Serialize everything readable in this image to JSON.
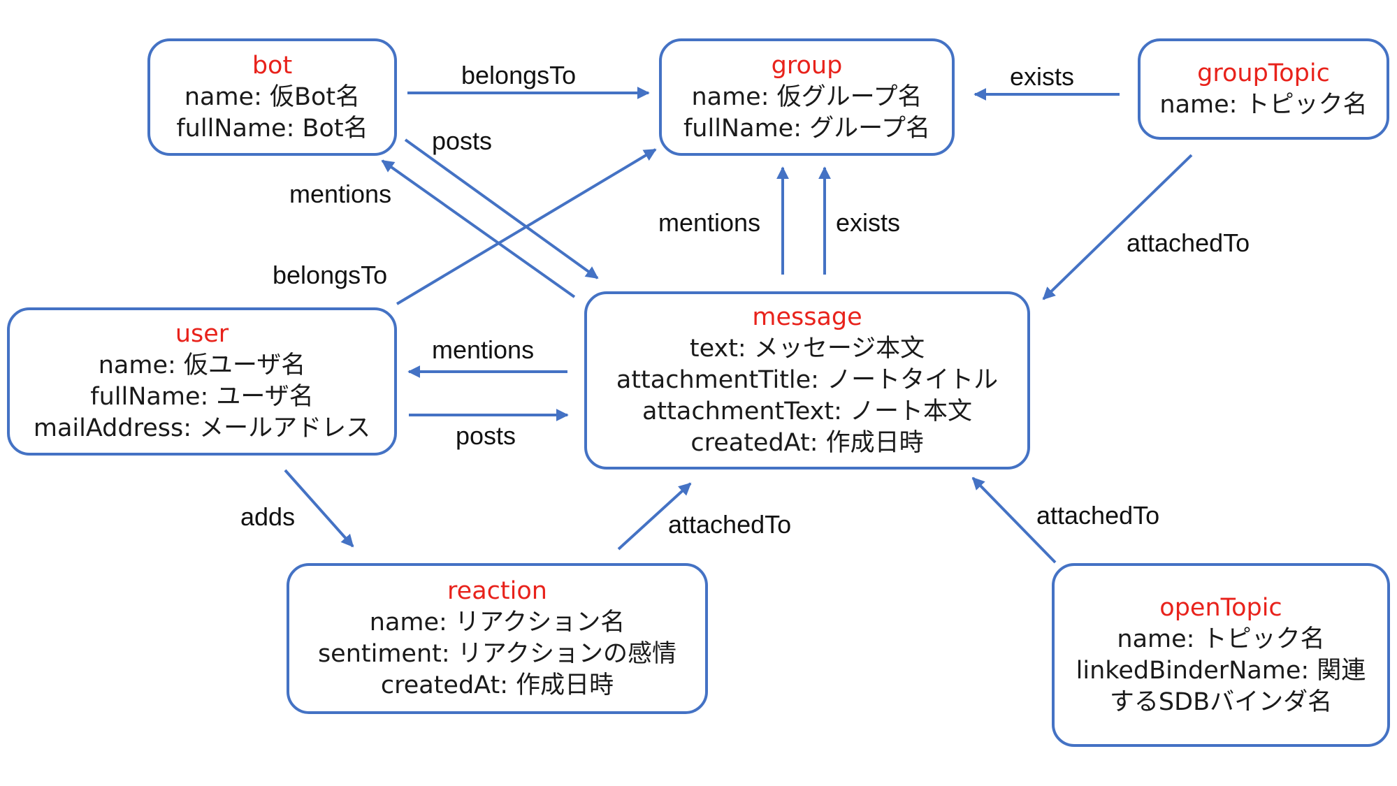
{
  "colors": {
    "border": "#4472C4",
    "title": "#e8221b",
    "text": "#1a1a1a",
    "edge": "#4472C4"
  },
  "nodes": {
    "bot": {
      "title": "bot",
      "attrs": [
        "name: 仮Bot名",
        "fullName: Bot名"
      ]
    },
    "group": {
      "title": "group",
      "attrs": [
        "name: 仮グループ名",
        "fullName: グループ名"
      ]
    },
    "groupTopic": {
      "title": "groupTopic",
      "attrs": [
        "name: トピック名"
      ]
    },
    "user": {
      "title": "user",
      "attrs": [
        "name: 仮ユーザ名",
        "fullName: ユーザ名",
        "mailAddress: メールアドレス"
      ]
    },
    "message": {
      "title": "message",
      "attrs": [
        "text: メッセージ本文",
        "attachmentTitle: ノートタイトル",
        "attachmentText: ノート本文",
        "createdAt: 作成日時"
      ]
    },
    "reaction": {
      "title": "reaction",
      "attrs": [
        "name: リアクション名",
        "sentiment: リアクションの感情",
        "createdAt: 作成日時"
      ]
    },
    "openTopic": {
      "title": "openTopic",
      "attrs": [
        "name: トピック名",
        "linkedBinderName: 関連",
        "するSDBバインダ名"
      ]
    }
  },
  "edges": {
    "bot_belongs_group": "belongsTo",
    "bot_posts_message": "posts",
    "message_mentions_bot": "mentions",
    "grouptopic_exists_group": "exists",
    "user_belongs_group": "belongsTo",
    "message_mentions_group": "mentions",
    "message_exists_group": "exists",
    "grouptopic_attached_message": "attachedTo",
    "message_mentions_user": "mentions",
    "user_posts_message": "posts",
    "user_adds_reaction": "adds",
    "reaction_attached_message": "attachedTo",
    "opentopic_attached_message": "attachedTo"
  }
}
